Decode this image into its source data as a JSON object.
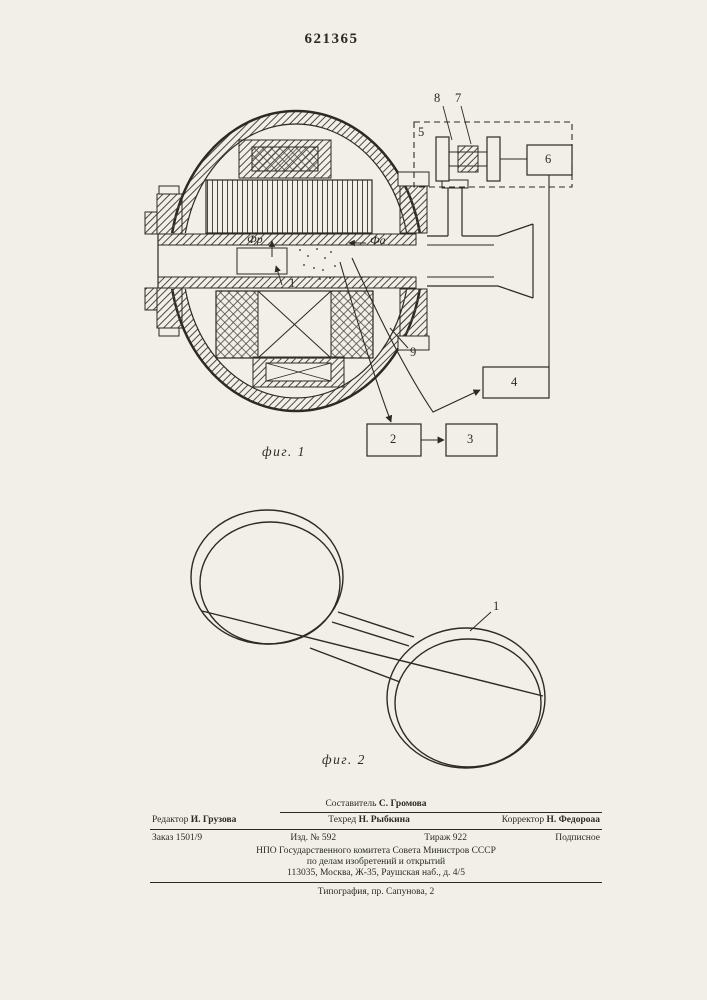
{
  "page": {
    "patent_number": "621365"
  },
  "fig1": {
    "caption": "фиг. 1",
    "labels": {
      "flux_rotor": "Фр",
      "flux_axial": "Фа",
      "part1": "1",
      "part9": "9",
      "part7": "7",
      "part8": "8",
      "block2": "2",
      "block3": "3",
      "block4": "4",
      "block5": "5",
      "block6": "6"
    }
  },
  "fig2": {
    "caption": "фиг. 2",
    "labels": {
      "part1": "1"
    }
  },
  "colophon": {
    "compiler_label": "Составитель",
    "compiler_name": "С. Громова",
    "editor_label": "Редактор",
    "editor_name": "И. Грузова",
    "techred_label": "Техред",
    "techred_name": "Н. Рыбкина",
    "corrector_label": "Корректор",
    "corrector_name": "Н. Федороаа",
    "order": "Заказ 1501/9",
    "edition": "Изд. № 592",
    "print_run": "Тираж 922",
    "subscription": "Подписное",
    "org_line1": "НПО Государственного комитета Совета Министров СССР",
    "org_line2": "по делам изобретений и открытий",
    "address": "113035, Москва, Ж-35, Раушская наб., д. 4/5",
    "printing_house": "Типография, пр. Сапунова, 2"
  }
}
